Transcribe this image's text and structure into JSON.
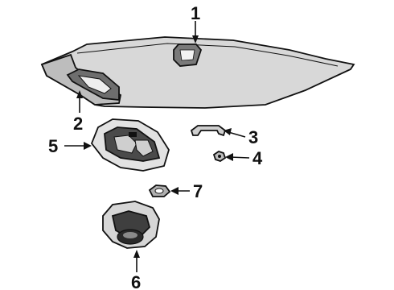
{
  "callouts": [
    {
      "id": "1",
      "label": "1"
    },
    {
      "id": "2",
      "label": "2"
    },
    {
      "id": "3",
      "label": "3"
    },
    {
      "id": "4",
      "label": "4"
    },
    {
      "id": "5",
      "label": "5"
    },
    {
      "id": "6",
      "label": "6"
    },
    {
      "id": "7",
      "label": "7"
    }
  ],
  "colors": {
    "ink": "#111111",
    "background": "#ffffff",
    "part_fill_light": "#d4d4d4",
    "part_fill_mid": "#9a9a9a",
    "part_fill_dark": "#3a3a3a"
  }
}
